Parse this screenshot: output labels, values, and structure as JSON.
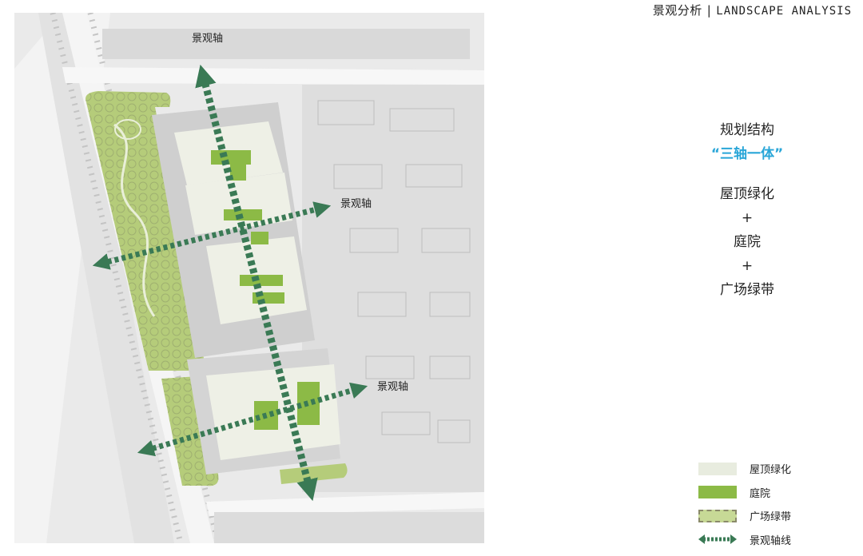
{
  "header": {
    "title_zh": "景观分析",
    "separator": "|",
    "title_en": "LANDSCAPE ANALYSIS"
  },
  "structure": {
    "heading": "规划结构",
    "subheading": "“三轴一体”",
    "items": [
      "屋顶绿化",
      "+",
      "庭院",
      "+",
      "广场绿带"
    ]
  },
  "legend": {
    "items": [
      {
        "label": "屋顶绿化",
        "color": "#e8ecdf"
      },
      {
        "label": "庭院",
        "color": "#8cba46"
      },
      {
        "label": "广场绿带",
        "color": "#c7d996"
      },
      {
        "label": "景观轴线",
        "color": "#3a7a55"
      }
    ]
  },
  "plan": {
    "axis_labels": [
      "景观轴",
      "景观轴",
      "景观轴"
    ],
    "axis_color": "#3a7a55",
    "plaza_color": "#b5cc7a",
    "courtyard_color": "#8cba46",
    "roof_color": "#eef0e6"
  }
}
